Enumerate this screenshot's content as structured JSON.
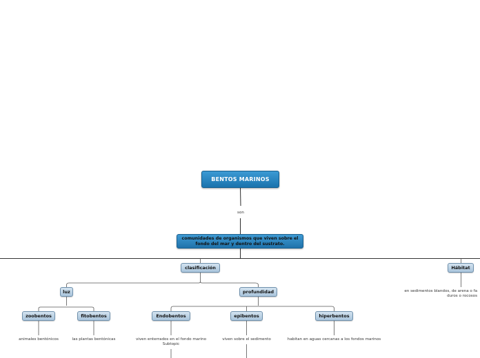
{
  "root": {
    "label": "BENTOS MARINOS"
  },
  "link_label": "son",
  "definition": {
    "label": "comunidades de organismos que viven sobre el fondo del mar y dentro del sustrato."
  },
  "clasificacion": {
    "label": "clasificación"
  },
  "habitat": {
    "label": "Hábitat",
    "text": "en sedimentos blandos, de arena o fa duros o rocosos"
  },
  "luz": {
    "label": "luz"
  },
  "profundidad": {
    "label": "profundidad"
  },
  "zoobentos": {
    "label": "zoobentos",
    "text": "animales bentónicos"
  },
  "fitobentos": {
    "label": "fitobentos",
    "text": "las plantas bentónicas"
  },
  "endobentos": {
    "label": "Endobentos",
    "text": "viven enterrados en el fondo marino Subtopic"
  },
  "epibentos": {
    "label": "epibentos",
    "text": "viven sobre el sedimento"
  },
  "hiperbentos": {
    "label": "hiperbentos",
    "text": "habitan en aguas cercanas a los fondos marinos"
  }
}
